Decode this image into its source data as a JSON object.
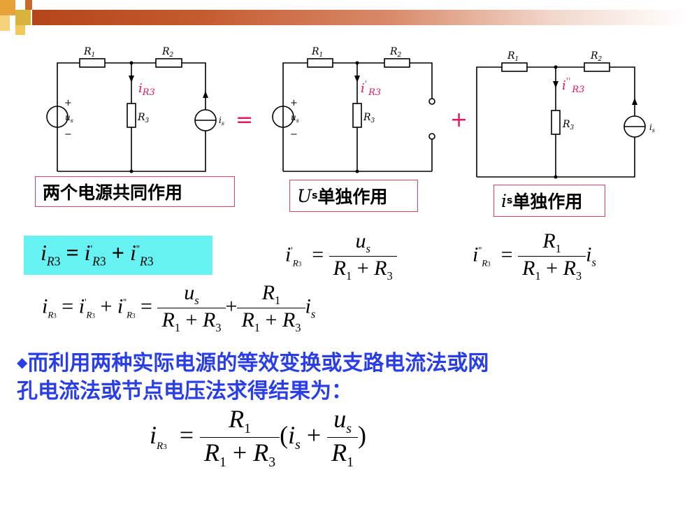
{
  "circuit1": {
    "r1": "R",
    "r1_sub": "1",
    "r2": "R",
    "r2_sub": "2",
    "r3": "R",
    "r3_sub": "3",
    "current": "i",
    "current_sub": "R3",
    "vs": "u",
    "vs_sub": "s",
    "cs": "i",
    "cs_sub": "s",
    "plus": "+",
    "minus": "−"
  },
  "circuit2": {
    "r1": "R",
    "r1_sub": "1",
    "r2": "R",
    "r2_sub": "2",
    "r3": "R",
    "r3_sub": "3",
    "current": "i",
    "current_prime": "'",
    "current_sub": "R3",
    "vs": "u",
    "vs_sub": "s",
    "plus": "+",
    "minus": "−"
  },
  "circuit3": {
    "r1": "R",
    "r1_sub": "1",
    "r2": "R",
    "r2_sub": "2",
    "r3": "R",
    "r3_sub": "3",
    "current": "i",
    "current_prime": "''",
    "current_sub": "R3",
    "cs": "i",
    "cs_sub": "s"
  },
  "operators": {
    "equals": "=",
    "plus": "+"
  },
  "labels": {
    "both_sources": "两个电源共同作用",
    "us_var": "U",
    "us_sub": "s",
    "us_text": "单独作用",
    "is_var": "i",
    "is_sub": "s",
    "is_text": "单独作用"
  },
  "formulas": {
    "superposition": "i_R3 = i'_R3 + i''_R3",
    "i_prime": "i'_R3 = u_s / (R1 + R3)",
    "i_double_prime": "i''_R3 = R1 / (R1 + R3) · i_s",
    "total": "i_R3 = i'_R3 + i''_R3 = u_s/(R1+R3) + R1/(R1+R3) · i_s",
    "final": "i_R3 = R1/(R1+R3) · (i_s + u_s/R1)"
  },
  "note": {
    "bullet": "◆",
    "line1": "而利用两种实际电源的等效变换或支路电流法或网",
    "line2": "孔电流法或节点电压法求得结果为："
  },
  "colors": {
    "header_bar": "#b5451b",
    "label_border": "#d9435f",
    "operator": "#e0195a",
    "highlight": "#66f2f2",
    "note_text": "#2a3ee8",
    "current_label": "#e0195a"
  }
}
